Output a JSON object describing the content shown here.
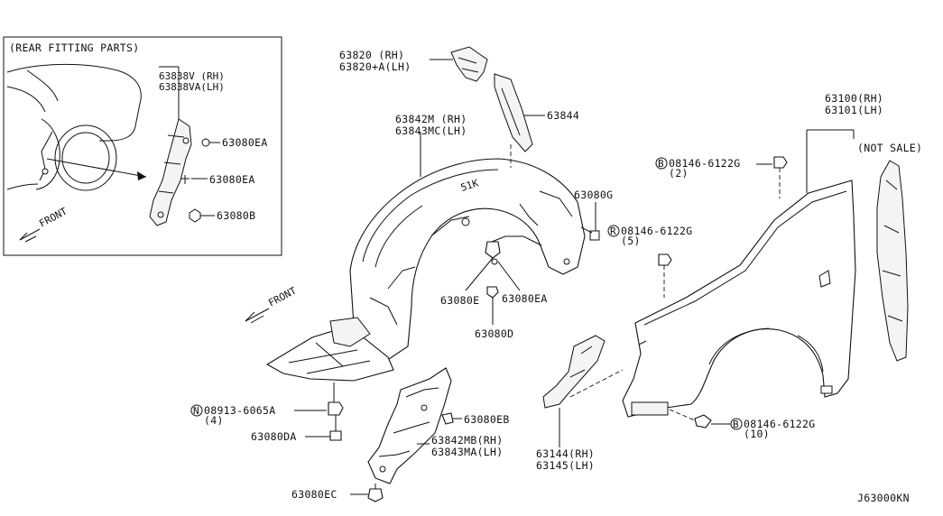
{
  "inset": {
    "title": "(REAR FITTING PARTS)",
    "front_label": "FRONT",
    "labels": {
      "p63838v": "63838V  (RH)",
      "p63838va": "63838VA(LH)",
      "p63080ea_a": "63080EA",
      "p63080ea_b": "63080EA",
      "p63080b": "63080B"
    }
  },
  "main_front_label": "FRONT",
  "labels": {
    "p63820": "63820   (RH)",
    "p63820a": "63820+A(LH)",
    "p63844": "63844",
    "p63842m": "63842M  (RH)",
    "p63843mc": "63843MC(LH)",
    "p63080g": "63080G",
    "bolt_b2_prefix": "B",
    "bolt_b2": "08146-6122G",
    "bolt_b2_qty": "(2)",
    "bolt_r5_prefix": "R",
    "bolt_r5": "08146-6122G",
    "bolt_r5_qty": "(5)",
    "p63080e": "63080E",
    "p63080ea": "63080EA",
    "p63080d": "63080D",
    "bolt_n4_prefix": "N",
    "bolt_n4": "08913-6065A",
    "bolt_n4_qty": "(4)",
    "p63080da": "63080DA",
    "p63080eb": "63080EB",
    "p63842mb": "63842MB(RH)",
    "p63843ma": "63843MA(LH)",
    "p63080ec": "63080EC",
    "p63144": "63144(RH)",
    "p63145": "63145(LH)",
    "p63100": "63100(RH)",
    "p63101": "63101(LH)",
    "not_sale": "(NOT SALE)",
    "bolt_b10_prefix": "B",
    "bolt_b10": "08146-6122G",
    "bolt_b10_qty": "(10)"
  },
  "diagram_code": "J63000KN"
}
